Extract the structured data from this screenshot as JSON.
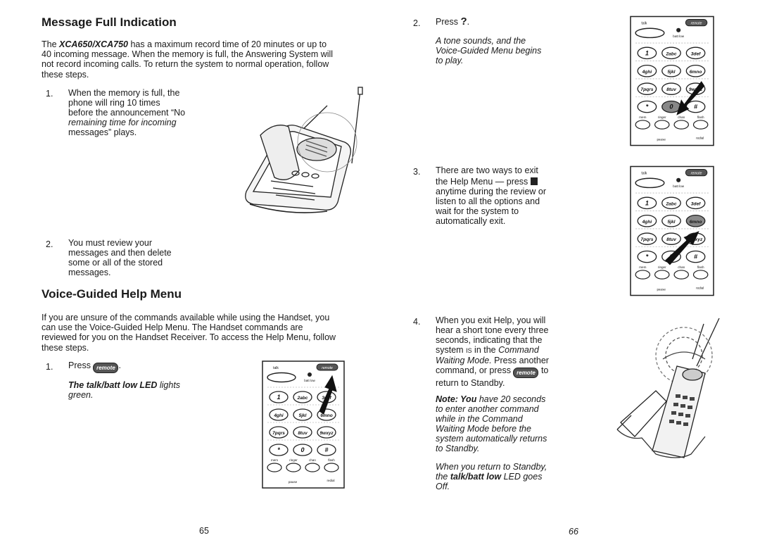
{
  "left": {
    "title1": "Message Full Indication",
    "intro_model": "XCA650/XCA750",
    "intro_l1": " has a maximum record time of 20 minutes or up to",
    "intro_l2": "40 incoming message. When the memory is full, the Answering System will",
    "intro_l3": "not record incoming calls. To return the system to normal operation, follow",
    "intro_l4": "these steps.",
    "intro_the": "The ",
    "s1_num": "1.",
    "s1_l1": "When the memory is full, the",
    "s1_l2": "phone will ring 10 times",
    "s1_l3": "before the announcement “No",
    "s1_l4": "remaining time for incoming",
    "s1_l5": "messages” plays.",
    "s2_num": "2.",
    "s2_l1": "You must review your",
    "s2_l2": "messages and then delete",
    "s2_l3": "some or all of the stored",
    "s2_l4": "messages.",
    "title2": "Voice-Guided Help Menu",
    "help_l1": "If you are unsure of the commands available while using the Handset, you",
    "help_l2": "can use the Voice-Guided Help Menu. The Handset commands are",
    "help_l3": "reviewed for you on the Handset Receiver. To access the Help Menu, follow",
    "help_l4": "these  steps.",
    "h1_num": "1.",
    "h1_press": "Press",
    "h1_dot": ".",
    "h1_bold": "The talk/batt low LED",
    "h1_rest": " lights",
    "h1_l2": "green.",
    "page": "65"
  },
  "right": {
    "s2_num": "2.",
    "s2_press": "Press",
    "s2_key": "?",
    "s2_dot": ".",
    "s2_i1": "A tone sounds, and the",
    "s2_i2": "Voice-Guided Menu begins",
    "s2_i3": "to play.",
    "s3_num": "3.",
    "s3_l1": "There are two ways to exit",
    "s3_l2a": "the Help Menu — press",
    "s3_l3": "anytime during the review or",
    "s3_l4": "listen to all the options and",
    "s3_l5": "wait for the system to",
    "s3_l6": "automatically exit.",
    "s4_num": "4.",
    "s4_l1": "When you exit Help, you will",
    "s4_l2": "hear a short tone every three",
    "s4_l3": "seconds, indicating that the",
    "s4_l4a": "system ",
    "s4_l4b": "IS",
    "s4_l4c": " in the ",
    "s4_l4d": "Command",
    "s4_l5a": "Waiting Mode.",
    "s4_l5b": " Press another",
    "s4_l6a": "command, or press",
    "s4_l6b": "to",
    "s4_l7": "return to Standby.",
    "note_bold": "Note: You",
    "note_l1": " have 20 seconds",
    "note_l2": "to enter another command",
    "note_l3": "while in the Command",
    "note_l4": "Waiting Mode before the",
    "note_l5": "system automatically returns",
    "note_l6": "to Standby.",
    "ret_l1": "When you return to Standby,",
    "ret_l2a": "the ",
    "ret_l2b": "talk/batt low",
    "ret_l2c": " LED goes",
    "ret_l3": "Off.",
    "page": "66"
  },
  "keypad": {
    "talk": "talk",
    "remote": "remote",
    "batt_low": "batt low",
    "keys": [
      "1",
      "2abc",
      "3def",
      "4ghi",
      "5jkl",
      "6mno",
      "7pqrs",
      "8tuv",
      "9wxyz",
      "*",
      "0",
      "#"
    ],
    "bottom": [
      "mem",
      "ringer",
      "chan",
      "flash"
    ],
    "pause": "pause",
    "redial": "redial"
  },
  "pill_label": "remote"
}
